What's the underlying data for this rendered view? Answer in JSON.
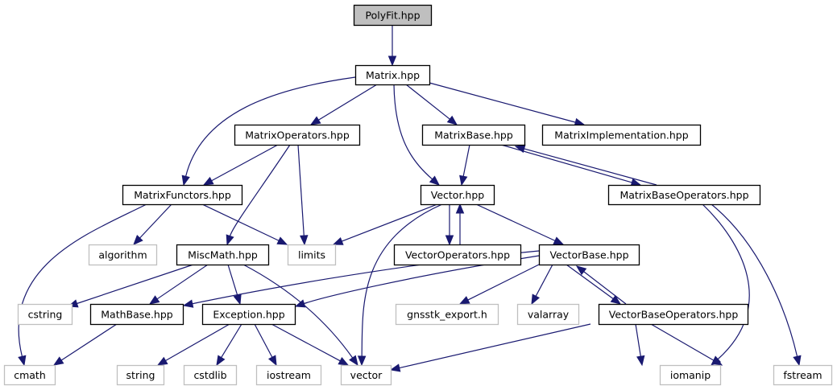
{
  "graph": {
    "title": "PolyFit.hpp include dependency graph",
    "colors": {
      "edge": "#191970",
      "root_fill": "#bfbfbf",
      "node_border": "#000000",
      "external_border": "#bfbfbf"
    },
    "nodes": [
      {
        "id": "polyfit",
        "label": "PolyFit.hpp",
        "kind": "root"
      },
      {
        "id": "matrix",
        "label": "Matrix.hpp",
        "kind": "main"
      },
      {
        "id": "matrixoperators",
        "label": "MatrixOperators.hpp",
        "kind": "main"
      },
      {
        "id": "matrixbase",
        "label": "MatrixBase.hpp",
        "kind": "main"
      },
      {
        "id": "matriximplementation",
        "label": "MatrixImplementation.hpp",
        "kind": "main"
      },
      {
        "id": "matrixfunctors",
        "label": "MatrixFunctors.hpp",
        "kind": "main"
      },
      {
        "id": "vector",
        "label": "Vector.hpp",
        "kind": "main"
      },
      {
        "id": "matrixbaseoperators",
        "label": "MatrixBaseOperators.hpp",
        "kind": "main"
      },
      {
        "id": "algorithm",
        "label": "algorithm",
        "kind": "external"
      },
      {
        "id": "miscmath",
        "label": "MiscMath.hpp",
        "kind": "main"
      },
      {
        "id": "limits",
        "label": "limits",
        "kind": "external"
      },
      {
        "id": "vectoroperators",
        "label": "VectorOperators.hpp",
        "kind": "main"
      },
      {
        "id": "vectorbase",
        "label": "VectorBase.hpp",
        "kind": "main"
      },
      {
        "id": "cstring",
        "label": "cstring",
        "kind": "external"
      },
      {
        "id": "mathbase",
        "label": "MathBase.hpp",
        "kind": "main"
      },
      {
        "id": "exception",
        "label": "Exception.hpp",
        "kind": "main"
      },
      {
        "id": "gnsstk_export",
        "label": "gnsstk_export.h",
        "kind": "external"
      },
      {
        "id": "valarray",
        "label": "valarray",
        "kind": "external"
      },
      {
        "id": "vectorbaseoperators",
        "label": "VectorBaseOperators.hpp",
        "kind": "main"
      },
      {
        "id": "cmath",
        "label": "cmath",
        "kind": "external"
      },
      {
        "id": "string",
        "label": "string",
        "kind": "external"
      },
      {
        "id": "cstdlib",
        "label": "cstdlib",
        "kind": "external"
      },
      {
        "id": "iostream",
        "label": "iostream",
        "kind": "external"
      },
      {
        "id": "vector_std",
        "label": "vector",
        "kind": "external"
      },
      {
        "id": "iomanip",
        "label": "iomanip",
        "kind": "external"
      },
      {
        "id": "fstream",
        "label": "fstream",
        "kind": "external"
      }
    ],
    "edges": [
      {
        "from": "polyfit",
        "to": "matrix"
      },
      {
        "from": "matrix",
        "to": "matrixfunctors"
      },
      {
        "from": "matrix",
        "to": "matrixoperators"
      },
      {
        "from": "matrix",
        "to": "vector"
      },
      {
        "from": "matrix",
        "to": "matrixbase"
      },
      {
        "from": "matrix",
        "to": "matriximplementation"
      },
      {
        "from": "matrixoperators",
        "to": "matrixfunctors"
      },
      {
        "from": "matrixoperators",
        "to": "miscmath"
      },
      {
        "from": "matrixoperators",
        "to": "limits"
      },
      {
        "from": "matrixbase",
        "to": "vector"
      },
      {
        "from": "matrixbase",
        "to": "matrixbaseoperators"
      },
      {
        "from": "matrixbaseoperators",
        "to": "matrixbase"
      },
      {
        "from": "matrixbaseoperators",
        "to": "iomanip"
      },
      {
        "from": "matrixbaseoperators",
        "to": "fstream"
      },
      {
        "from": "matrixfunctors",
        "to": "cmath"
      },
      {
        "from": "matrixfunctors",
        "to": "algorithm"
      },
      {
        "from": "matrixfunctors",
        "to": "limits"
      },
      {
        "from": "vector",
        "to": "limits"
      },
      {
        "from": "vector",
        "to": "vector_std"
      },
      {
        "from": "vector",
        "to": "vectoroperators"
      },
      {
        "from": "vectoroperators",
        "to": "vector"
      },
      {
        "from": "vector",
        "to": "vectorbase"
      },
      {
        "from": "miscmath",
        "to": "cstring"
      },
      {
        "from": "miscmath",
        "to": "mathbase"
      },
      {
        "from": "miscmath",
        "to": "exception"
      },
      {
        "from": "miscmath",
        "to": "vector_std"
      },
      {
        "from": "vectorbase",
        "to": "mathbase"
      },
      {
        "from": "vectorbase",
        "to": "exception"
      },
      {
        "from": "vectorbase",
        "to": "gnsstk_export"
      },
      {
        "from": "vectorbase",
        "to": "valarray"
      },
      {
        "from": "vectorbase",
        "to": "vectorbaseoperators"
      },
      {
        "from": "vectorbaseoperators",
        "to": "vectorbase"
      },
      {
        "from": "vectorbaseoperators",
        "to": "vector_std"
      },
      {
        "from": "vectorbaseoperators",
        "to": "iomanip"
      },
      {
        "from": "vectorbaseoperators",
        "to": "fstream"
      },
      {
        "from": "mathbase",
        "to": "cmath"
      },
      {
        "from": "exception",
        "to": "string"
      },
      {
        "from": "exception",
        "to": "cstdlib"
      },
      {
        "from": "exception",
        "to": "iostream"
      },
      {
        "from": "exception",
        "to": "vector_std"
      }
    ]
  }
}
